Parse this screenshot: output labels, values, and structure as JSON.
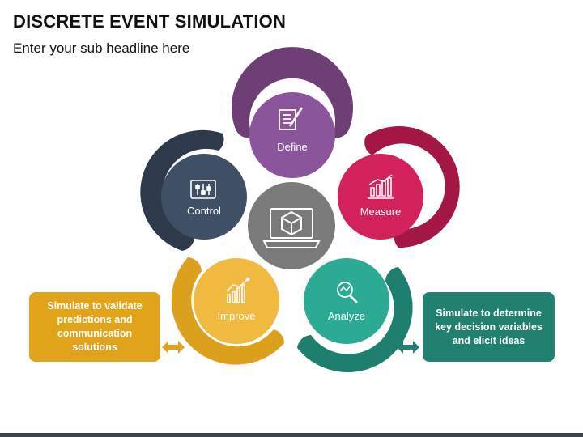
{
  "header": {
    "title": "DISCRETE EVENT SIMULATION",
    "subtitle": "Enter your sub headline here"
  },
  "stages": [
    {
      "key": "define",
      "label": "Define",
      "color": "#7A4A82",
      "ring_color": "#6E3F74",
      "icon": "document-pen-icon"
    },
    {
      "key": "measure",
      "label": "Measure",
      "color": "#D32259",
      "ring_color": "#A31742",
      "icon": "bar-chart-icon"
    },
    {
      "key": "analyze",
      "label": "Analyze",
      "color": "#2BAA94",
      "ring_color": "#1E7F6E",
      "icon": "magnifier-icon"
    },
    {
      "key": "improve",
      "label": "Improve",
      "color": "#F0B940",
      "ring_color": "#DBA01C",
      "icon": "growth-chart-icon"
    },
    {
      "key": "control",
      "label": "Control",
      "color": "#3F4F66",
      "ring_color": "#2E3A4B",
      "icon": "sliders-icon"
    }
  ],
  "center": {
    "color": "#7A7A7A",
    "icon": "laptop-cube-icon"
  },
  "callouts": {
    "left": {
      "text": "Simulate to validate predictions and communication solutions",
      "color": "#E0A31A"
    },
    "right": {
      "text": "Simulate to determine key decision variables and elicit ideas",
      "color": "#21806F"
    }
  }
}
